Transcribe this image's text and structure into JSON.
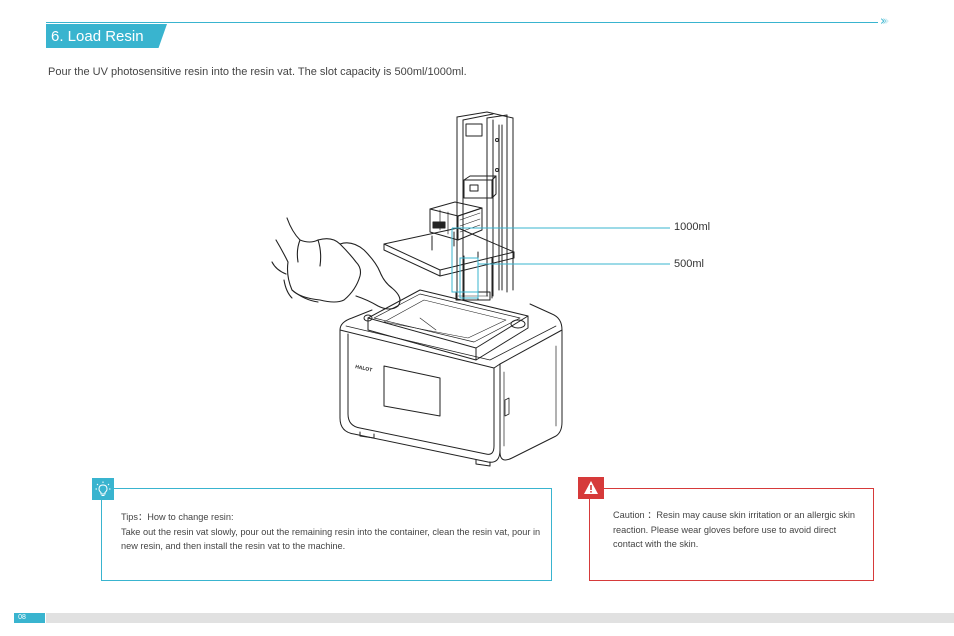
{
  "section": {
    "title": "6. Load Resin",
    "intro": "Pour the UV photosensitive resin into the resin vat. The slot capacity is 500ml/1000ml."
  },
  "illustration": {
    "label_1000": "1000ml",
    "label_500": "500ml",
    "brand_mark": "HALOT",
    "accent_color": "#39b4cf"
  },
  "tips": {
    "icon": "lightbulb-icon",
    "heading": "Tips：How to change resin:",
    "body": "Take out the resin vat slowly, pour out the remaining resin into the container, clean the resin vat, pour in new resin, and then install the resin vat to the machine."
  },
  "caution": {
    "icon": "warning-icon",
    "color": "#d63a3a",
    "text": "Caution ：Resin may cause skin irritation or an allergic skin reaction. Please wear gloves before use to avoid direct contact with the skin."
  },
  "footer": {
    "page_number": "08"
  }
}
